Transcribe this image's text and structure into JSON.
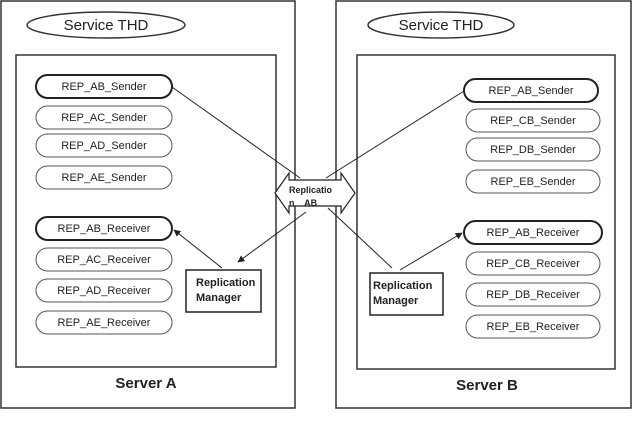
{
  "server_a": {
    "service_label": "Service THD",
    "server_label": "Server A",
    "senders": [
      "REP_AB_Sender",
      "REP_AC_Sender",
      "REP_AD_Sender",
      "REP_AE_Sender"
    ],
    "receivers": [
      "REP_AB_Receiver",
      "REP_AC_Receiver",
      "REP_AD_Receiver",
      "REP_AE_Receiver"
    ],
    "manager_lines": [
      "Replication",
      "Manager"
    ]
  },
  "server_b": {
    "service_label": "Service THD",
    "server_label": "Server B",
    "senders": [
      "REP_AB_Sender",
      "REP_CB_Sender",
      "REP_DB_Sender",
      "REP_EB_Sender"
    ],
    "receivers": [
      "REP_AB_Receiver",
      "REP_CB_Receiver",
      "REP_DB_Receiver",
      "REP_EB_Receiver"
    ],
    "manager_lines": [
      "Replication",
      "Manager"
    ]
  },
  "hub": {
    "lines": [
      "Replicatio",
      "n    AB"
    ]
  }
}
